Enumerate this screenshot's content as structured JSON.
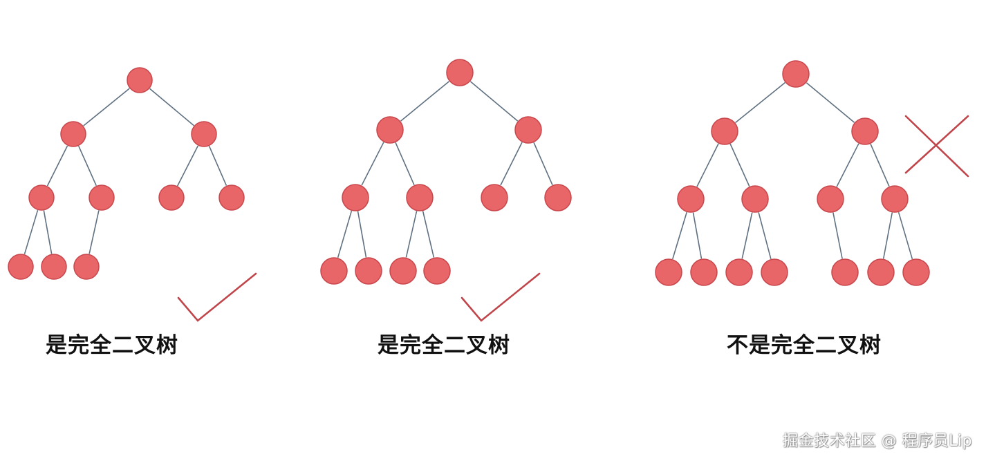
{
  "diagrams": [
    {
      "caption": "是完全二叉树",
      "verdict": "check-icon",
      "levels": [
        [
          1
        ],
        [
          1,
          1
        ],
        [
          1,
          1,
          1,
          1
        ],
        [
          1,
          1,
          1
        ]
      ]
    },
    {
      "caption": "是完全二叉树",
      "verdict": "check-icon",
      "levels": [
        [
          1
        ],
        [
          1,
          1
        ],
        [
          1,
          1,
          1,
          1
        ],
        [
          1,
          1,
          1,
          1
        ]
      ]
    },
    {
      "caption": "不是完全二叉树",
      "verdict": "cross-icon",
      "levels": [
        [
          1
        ],
        [
          1,
          1
        ],
        [
          1,
          1,
          1,
          1
        ],
        [
          1,
          1,
          1,
          1,
          0,
          1,
          1,
          1
        ]
      ]
    }
  ],
  "colors": {
    "node_fill": "#e86568",
    "node_stroke": "#c8474c",
    "edge": "#5f7080",
    "mark": "#c0454a"
  },
  "watermark": "掘金技术社区 @ 程序员Lip"
}
